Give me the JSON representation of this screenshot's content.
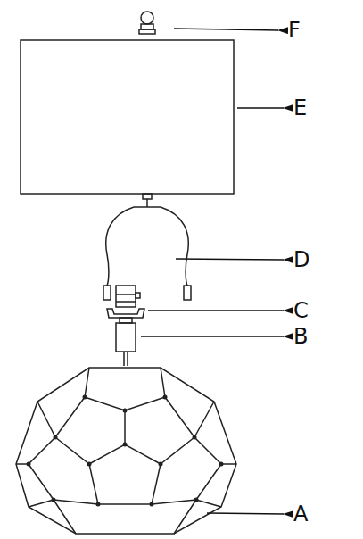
{
  "diagram": {
    "labels": [
      "F",
      "E",
      "D",
      "C",
      "B",
      "A"
    ]
  }
}
